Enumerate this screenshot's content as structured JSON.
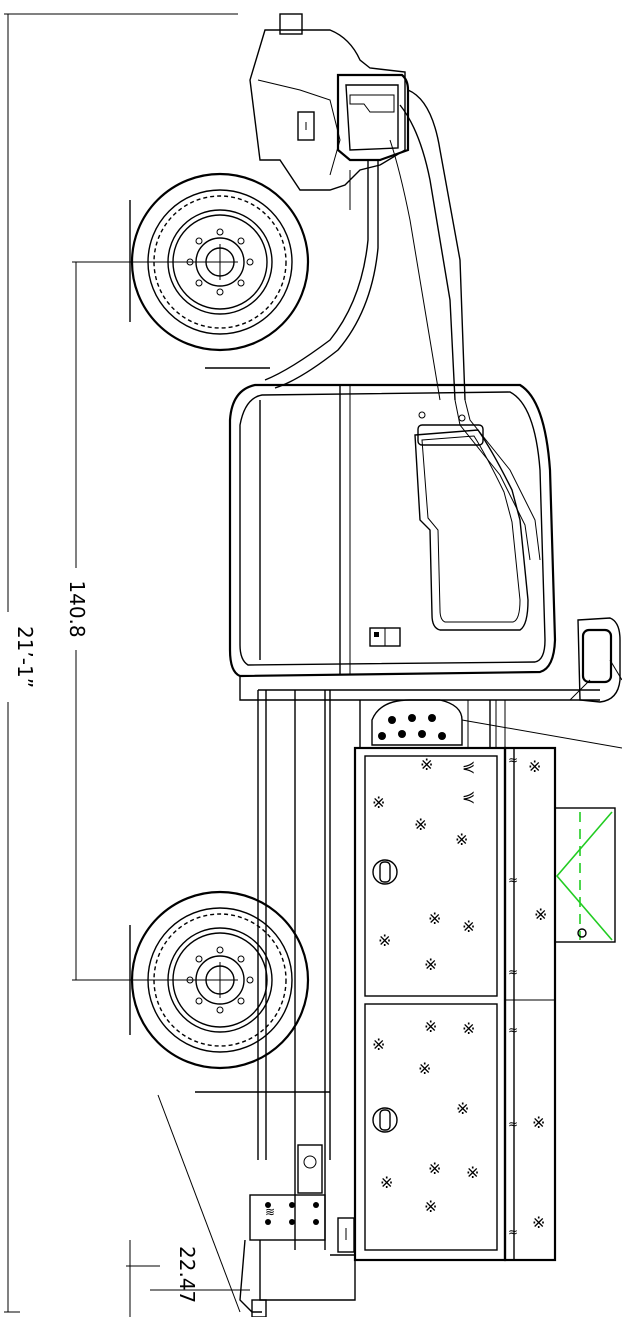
{
  "dimensions": {
    "overall_length": "21’-1”",
    "wheelbase": "140.8",
    "departure": "22.47"
  },
  "colors": {
    "line": "#000000",
    "accent_green": "#22cc22",
    "background": "#ffffff"
  }
}
